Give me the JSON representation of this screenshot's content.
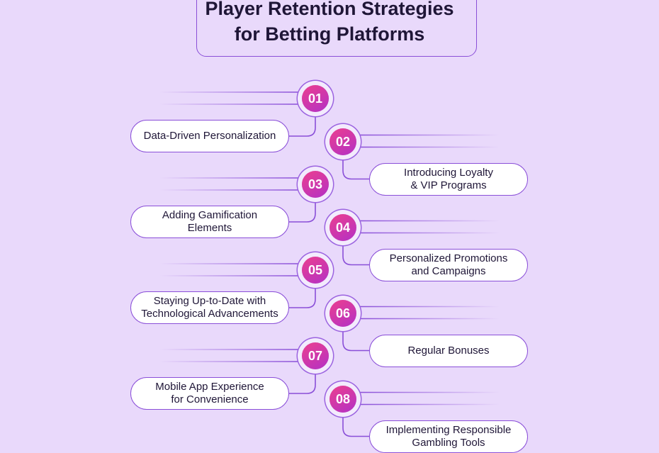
{
  "title": {
    "line1": "Player Retention Strategies",
    "line2": "for Betting Platforms"
  },
  "colors": {
    "background": "#e9d9fb",
    "accent": "#8a4fd8",
    "badge_start": "#ec3f8e",
    "badge_end": "#b331c6"
  },
  "steps": [
    {
      "number": "01",
      "side": "left",
      "lines": [
        "Data-Driven Personalization"
      ]
    },
    {
      "number": "02",
      "side": "right",
      "lines": [
        "Introducing Loyalty",
        "& VIP Programs"
      ]
    },
    {
      "number": "03",
      "side": "left",
      "lines": [
        "Adding Gamification",
        "Elements"
      ]
    },
    {
      "number": "04",
      "side": "right",
      "lines": [
        "Personalized Promotions",
        "and Campaigns"
      ]
    },
    {
      "number": "05",
      "side": "left",
      "lines": [
        "Staying Up-to-Date with",
        "Technological Advancements"
      ]
    },
    {
      "number": "06",
      "side": "right",
      "lines": [
        "Regular Bonuses"
      ]
    },
    {
      "number": "07",
      "side": "left",
      "lines": [
        "Mobile App Experience",
        "for Convenience"
      ]
    },
    {
      "number": "08",
      "side": "right",
      "lines": [
        "Implementing Responsible",
        "Gambling Tools"
      ]
    }
  ]
}
